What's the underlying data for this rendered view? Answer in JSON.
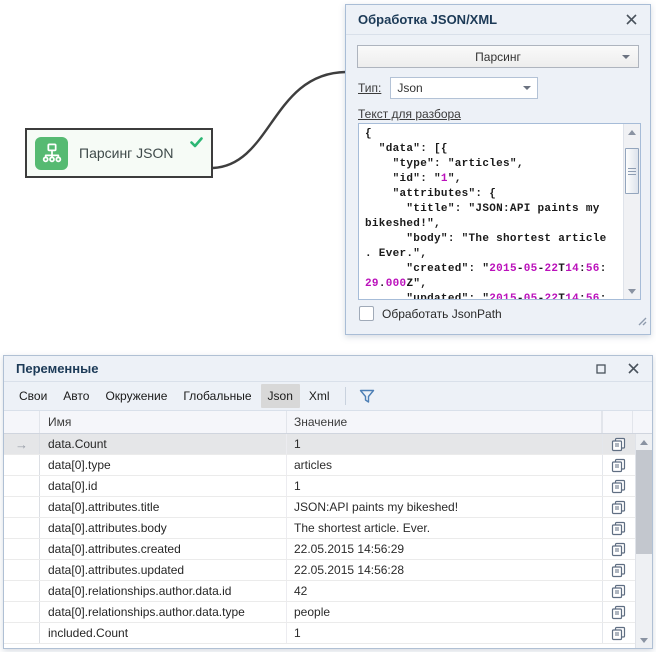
{
  "processor_panel": {
    "title": "Обработка JSON/XML",
    "action_dropdown": {
      "value": "Парсинг"
    },
    "type_label": "Тип:",
    "type_dropdown": {
      "value": "Json"
    },
    "text_label": "Текст для разбора",
    "json_lines": [
      "{",
      "  \"data\": [{",
      "    \"type\": \"articles\",",
      "    \"id\": \"1\",",
      "    \"attributes\": {",
      "      \"title\": \"JSON:API paints my",
      "bikeshed!\",",
      "      \"body\": \"The shortest article",
      ". Ever.\",",
      "      \"created\": \"2015-05-22T14:56:",
      "29.000Z\",",
      "      \"updated\": \"2015-05-22T14:56:"
    ],
    "jsonpath_checkbox": {
      "label": "Обработать JsonPath",
      "checked": false
    }
  },
  "node": {
    "label": "Парсинг JSON",
    "icon": "sitemap-icon",
    "status": "success-check"
  },
  "variables_panel": {
    "title": "Переменные",
    "tabs": [
      "Свои",
      "Авто",
      "Окружение",
      "Глобальные",
      "Json",
      "Xml"
    ],
    "active_tab": "Json",
    "columns": {
      "name": "Имя",
      "value": "Значение"
    },
    "selected_row": "data.Count",
    "rows": [
      {
        "name": "data.Count",
        "value": "1"
      },
      {
        "name": "data[0].type",
        "value": "articles"
      },
      {
        "name": "data[0].id",
        "value": "1"
      },
      {
        "name": "data[0].attributes.title",
        "value": "JSON:API paints my bikeshed!"
      },
      {
        "name": "data[0].attributes.body",
        "value": "The shortest article. Ever."
      },
      {
        "name": "data[0].attributes.created",
        "value": "22.05.2015 14:56:29"
      },
      {
        "name": "data[0].attributes.updated",
        "value": "22.05.2015 14:56:28"
      },
      {
        "name": "data[0].relationships.author.data.id",
        "value": "42"
      },
      {
        "name": "data[0].relationships.author.data.type",
        "value": "people"
      },
      {
        "name": "included.Count",
        "value": "1"
      }
    ]
  },
  "colors": {
    "accent_green": "#56ba72",
    "check_green": "#2bb673",
    "panel_bg": "#edf1f7",
    "panel_border": "#a9bdd6",
    "title_navy": "#1c3a57",
    "number_magenta": "#bb11bb",
    "filter_blue": "#4d7fb5"
  }
}
